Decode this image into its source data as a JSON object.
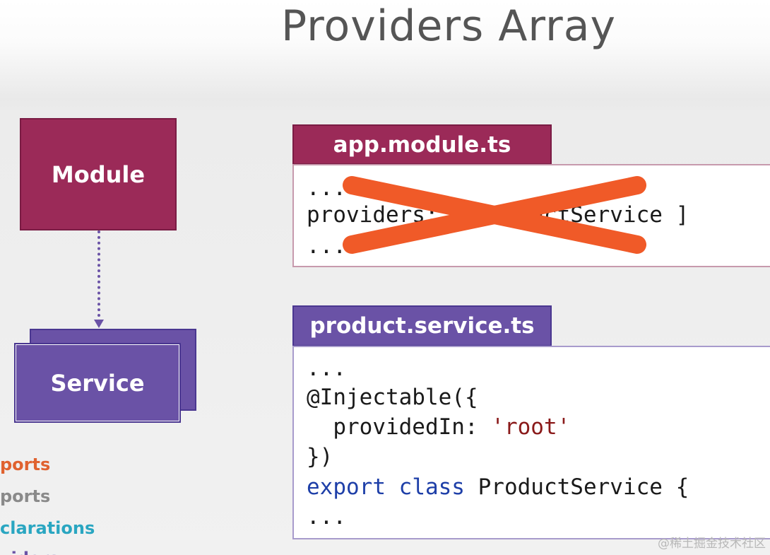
{
  "title": "Providers Array",
  "diagram": {
    "module_label": "Module",
    "service_label": "Service",
    "side_list": [
      {
        "text": "ports",
        "color": "#e0622f"
      },
      {
        "text": "ports",
        "color": "#8a8a8a"
      },
      {
        "text": "clarations",
        "color": "#2aa6c1"
      },
      {
        "text": "viders",
        "color": "#6a52a6"
      }
    ]
  },
  "app_module": {
    "tab_label": "app.module.ts",
    "lines": [
      "...",
      "providers: [ ProductService ]",
      "..."
    ]
  },
  "product_service": {
    "tab_label": "product.service.ts",
    "line1": "...",
    "line2": "@Injectable({",
    "line3_key": "  providedIn: ",
    "line3_value": "'root'",
    "line4": "})",
    "line5_kw1": "export",
    "line5_kw2": "class",
    "line5_rest": " ProductService {",
    "line6": "..."
  },
  "colors": {
    "module": "#9b2a58",
    "service": "#6a52a6",
    "cross": "#f05a28"
  },
  "watermark": "@稀土掘金技术社区"
}
